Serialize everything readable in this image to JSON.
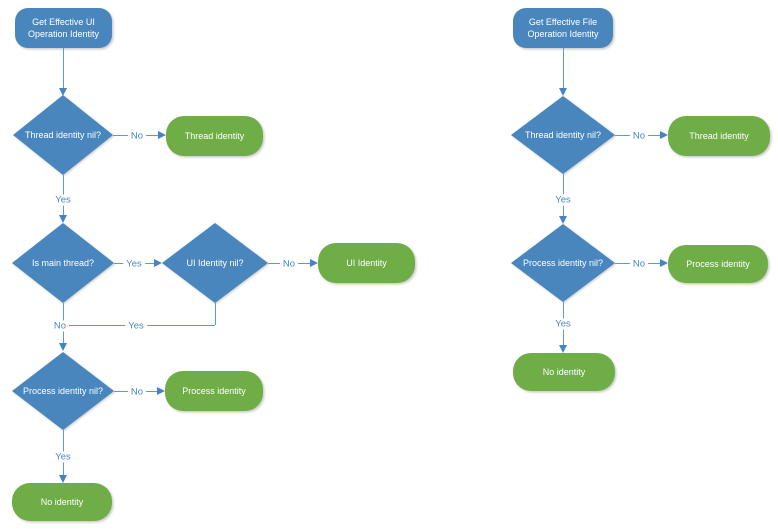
{
  "colors": {
    "process_fill": "#4a86be",
    "terminal_fill": "#6fad47",
    "connector": "#5b9bd5",
    "arrowhead": "#4583c6",
    "edge_label": "#4a86c5",
    "node_text": "#ffffff",
    "background": "#ffffff"
  },
  "edge_labels": {
    "yes": "Yes",
    "no": "No"
  },
  "flowcharts": [
    {
      "name": "ui-operation-identity",
      "start": "Get Effective UI Operation Identity",
      "nodes": {
        "thread_nil": "Thread identity nil?",
        "thread_identity": "Thread identity",
        "is_main_thread": "Is main thread?",
        "ui_nil": "UI Identity nil?",
        "ui_identity": "UI Identity",
        "process_nil": "Process identity nil?",
        "process_identity": "Process identity",
        "no_identity": "No identity"
      }
    },
    {
      "name": "file-operation-identity",
      "start": "Get Effective File Operation Identity",
      "nodes": {
        "thread_nil": "Thread identity nil?",
        "thread_identity": "Thread identity",
        "process_nil": "Process identity nil?",
        "process_identity": "Process identity",
        "no_identity": "No identity"
      }
    }
  ]
}
